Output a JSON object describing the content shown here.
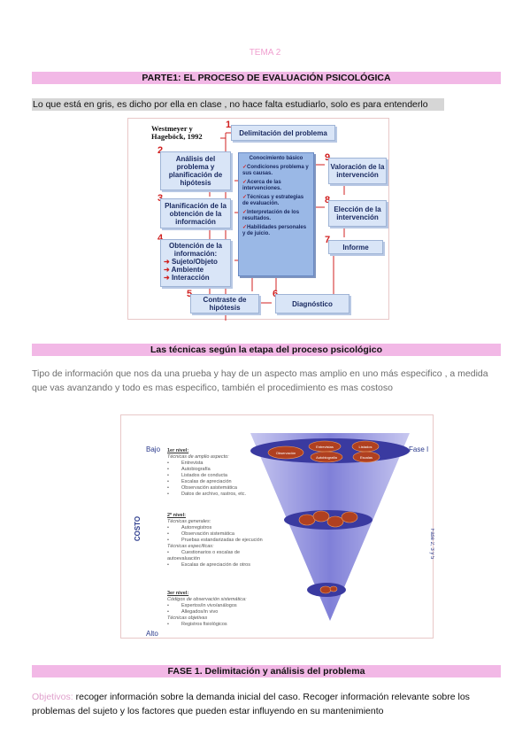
{
  "header": {
    "tema": "TEMA 2"
  },
  "section1": {
    "title": "PARTE1: EL PROCESO DE EVALUACIÓN PSICOLÓGICA"
  },
  "note": "Lo que está en gris, es dicho por ella en clase , no hace falta estudiarlo, solo es para entenderlo",
  "diagram1": {
    "reference": "Westmeyer y Hageböck, 1992",
    "boxes": {
      "b1": "Delimitación del problema",
      "b2": "Análisis del problema y planificación de hipótesis",
      "b3": "Planificación de la obtención de la información",
      "b4_title": "Obtención de la información:",
      "b4_items": [
        "Sujeto/Objeto",
        "Ambiente",
        "Interacción"
      ],
      "b5": "Contraste de hipótesis",
      "b6": "Diagnóstico",
      "b7": "Informe",
      "b8": "Elección de la intervención",
      "b9": "Valoración de la intervención"
    },
    "numbers": [
      "1",
      "2",
      "3",
      "4",
      "5",
      "6",
      "7",
      "8",
      "9"
    ],
    "center": {
      "title": "Conocimiento básico",
      "items": [
        "Condiciones problema y sus causas.",
        "Acerca de las intervenciones.",
        "Técnicas y estrategias de evaluación.",
        "Interpretación de los resultados.",
        "Habilidades personales y de juicio."
      ]
    }
  },
  "section2": {
    "title": "Las técnicas según la etapa del proceso psicológico"
  },
  "paragraph2": "Tipo de información que nos da una prueba y  hay de un aspecto mas amplio en uno más especifico , a medida que vas avanzando y todo es mas especifico, también el procedimiento es mas costoso",
  "diagram2": {
    "bajo": "Bajo",
    "alto": "Alto",
    "costo": "COSTO",
    "fase1": "Fase I",
    "fase_side": "Fase 2, 3 y 5",
    "ovals": [
      "Observación",
      "Entrevistas",
      "Autobiografía",
      "Listados",
      "Escalas"
    ],
    "level1": {
      "head": "1er nivel:",
      "sub": "Técnicas de amplio aspecto:",
      "items": [
        "Entrevista",
        "Autobiografía",
        "Listados de conducta",
        "Escalas de apreciación",
        "Observación asistemática",
        "Datos de archivo, rastros, etc."
      ]
    },
    "level2": {
      "head": "2º nivel:",
      "sub": "Técnicas generales:",
      "items": [
        "Autorregistros",
        "Observación sistemática",
        "Pruebas estandarizadas de ejecución"
      ],
      "sub2": "Técnicas específicas:",
      "items2": [
        "Cuestionarios o escalas de autoevaluación",
        "Escalas de apreciación de otros"
      ]
    },
    "level3": {
      "head": "3er nivel:",
      "sub": "Códigos de observación sistemática:",
      "items": [
        "Expertos/in vivo/análogos",
        "Allegados/in vivo"
      ],
      "sub2": "Técnicas objetivas",
      "items2": [
        "Registros fisiológicos"
      ]
    }
  },
  "section3": {
    "title": "FASE 1. Delimitación y análisis del problema"
  },
  "objetivos": {
    "label": "Objetivos:",
    "text": " recoger información sobre la demanda inicial del caso. Recoger información relevante sobre los problemas del sujeto y los factores que pueden estar influyendo en su mantenimiento"
  }
}
